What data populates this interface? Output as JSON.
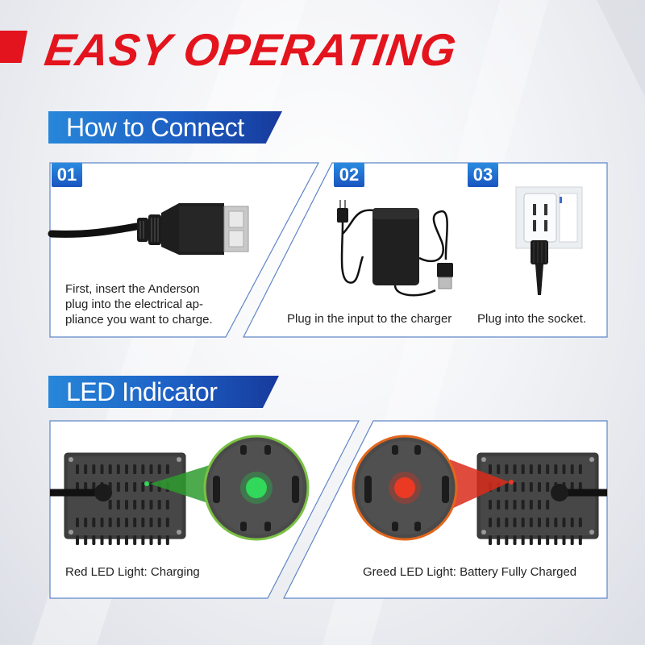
{
  "title": "EASY OPERATING",
  "how_to_connect": {
    "heading": "How to Connect",
    "steps": [
      {
        "number": "01",
        "caption_lines": [
          "First, insert  the Anderson",
          "plug into the electrical ap-",
          "pliance you want to charge."
        ]
      },
      {
        "number": "02",
        "caption": "Plug in the input to the charger"
      },
      {
        "number": "03",
        "caption": "Plug into the socket."
      }
    ]
  },
  "led_indicator": {
    "heading": "LED Indicator",
    "left_caption": "Red LED Light: Charging",
    "right_caption": "Greed LED Light: Battery Fully Charged"
  },
  "colors": {
    "title_red": "#e3141d",
    "tag_blue": "#1d5fc4",
    "led_green": "#22c24a",
    "led_red": "#e0301c",
    "panel_border": "#5f86c8"
  },
  "icons": [
    "anderson-plug-icon",
    "charger-adapter-icon",
    "wall-socket-icon",
    "charger-vent-icon",
    "led-zoom-icon"
  ]
}
